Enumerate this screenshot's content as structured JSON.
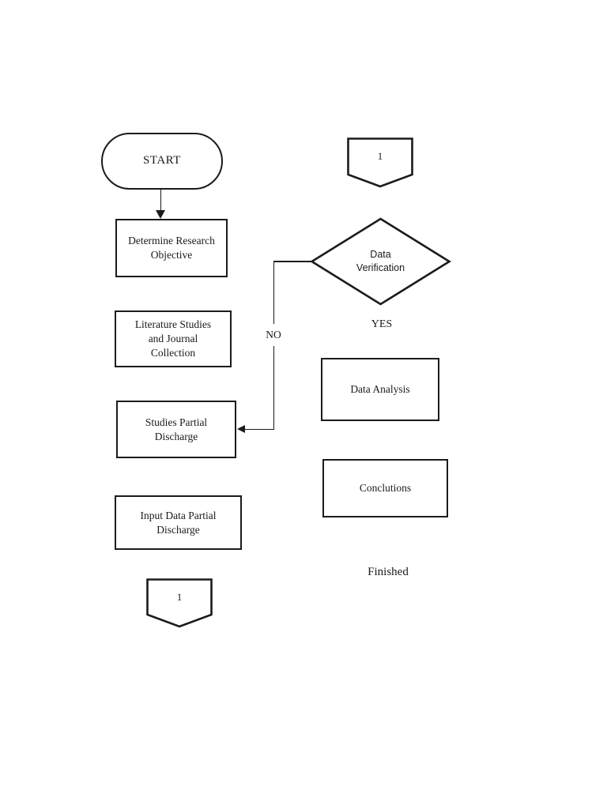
{
  "page": {
    "background": "#ffffff",
    "ink": "#1b1b1b",
    "description": "Scanned research-methodology flowchart page"
  },
  "nodes": {
    "start": {
      "type": "terminator",
      "label": "START"
    },
    "determine": {
      "type": "process",
      "line1": "Determine Research",
      "line2": "Objective"
    },
    "literature": {
      "type": "process",
      "line1": "Literature Studies",
      "line2": "and Journal",
      "line3": "Collection"
    },
    "studies": {
      "type": "process",
      "line1": "Studies Partial",
      "line2": "Discharge"
    },
    "input_data": {
      "type": "process",
      "line1": "Input Data Partial",
      "line2": "Discharge"
    },
    "offpage_bottom": {
      "type": "off-page-connector",
      "label": "1"
    },
    "offpage_top": {
      "type": "off-page-connector",
      "label": "1"
    },
    "verification": {
      "type": "decision",
      "line1": "Data",
      "line2": "Verification"
    },
    "analysis": {
      "type": "process",
      "label": "Data Analysis"
    },
    "conclusions": {
      "type": "process",
      "label": "Conclutions"
    },
    "finished": {
      "type": "text",
      "label": "Finished"
    }
  },
  "edges": {
    "yes_label": "YES",
    "no_label": "NO"
  }
}
